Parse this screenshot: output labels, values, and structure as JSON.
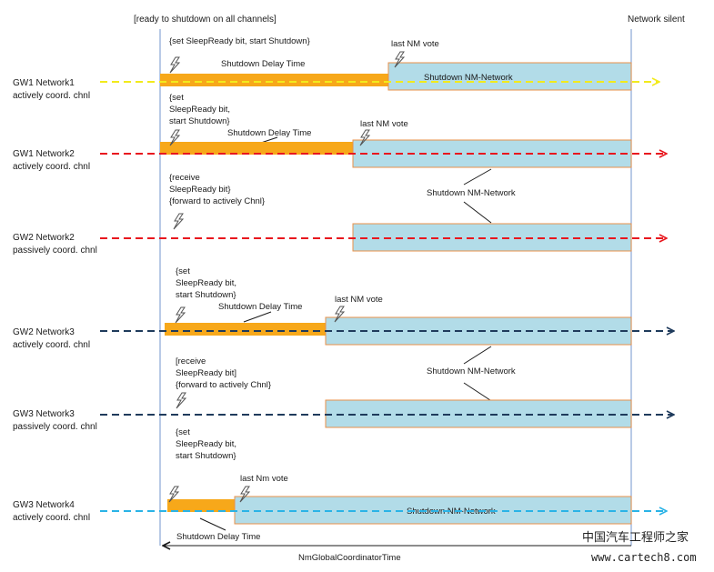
{
  "header": {
    "ready_label": "[ready to shutdown on all channels]",
    "silent_label": "Network silent"
  },
  "colors": {
    "yellow": "#f2ea1c",
    "red": "#e8171e",
    "dark_blue": "#1f3b5c",
    "light_blue": "#2ab3e6",
    "delay_bar": "#f7a81a",
    "nm_box": "#b2dce8",
    "nm_box_border": "#e8914a",
    "vline": "#8aa7d6",
    "lightning": "#555555"
  },
  "rows": [
    {
      "id": "gw1-network1",
      "name": "GW1 Network1",
      "role": "actively coord. chnl",
      "line_color": "yellow",
      "annotation": [
        "{set SleepReady bit, start Shutdown}"
      ],
      "delay_label": "Shutdown Delay Time",
      "vote_label": "last NM vote",
      "nm_label": "Shutdown  NM-Network"
    },
    {
      "id": "gw1-network2",
      "name": "GW1 Network2",
      "role": "actively coord. chnl",
      "line_color": "red",
      "annotation": [
        "{set",
        "SleepReady bit,",
        "start Shutdown}"
      ],
      "delay_label": "Shutdown Delay Time",
      "vote_label": "last NM vote",
      "nm_label": ""
    },
    {
      "id": "gw2-network2",
      "name": "GW2 Network2",
      "role": "passively coord. chnl",
      "line_color": "red",
      "annotation": [
        "{receive",
        "SleepReady bit}",
        "{forward to actively Chnl}"
      ],
      "delay_label": "",
      "vote_label": "",
      "nm_label": "Shutdown  NM-Network"
    },
    {
      "id": "gw2-network3",
      "name": "GW2 Network3",
      "role": "actively coord. chnl",
      "line_color": "dark_blue",
      "annotation": [
        "{set",
        "SleepReady bit,",
        "start Shutdown}"
      ],
      "delay_label": "Shutdown Delay Time",
      "vote_label": "last NM vote",
      "nm_label": ""
    },
    {
      "id": "gw3-network3",
      "name": "GW3 Network3",
      "role": "passively coord. chnl",
      "line_color": "dark_blue",
      "annotation": [
        "[receive",
        "SleepReady bit]",
        "{forward to actively Chnl}"
      ],
      "delay_label": "",
      "vote_label": "",
      "nm_label": "Shutdown  NM-Network"
    },
    {
      "id": "gw3-network4",
      "name": "GW3 Network4",
      "role": "actively coord. chnl",
      "line_color": "light_blue",
      "annotation": [
        "{set",
        "SleepReady bit,",
        "start Shutdown}"
      ],
      "delay_label": "Shutdown Delay Time",
      "vote_label": "last Nm vote",
      "nm_label": "Shutdown  NM-Network"
    }
  ],
  "footer": {
    "coordinator_label": "NmGlobalCoordinatorTime"
  },
  "watermark": {
    "cn": "中国汽车工程师之家",
    "url": "www.cartech8.com"
  }
}
